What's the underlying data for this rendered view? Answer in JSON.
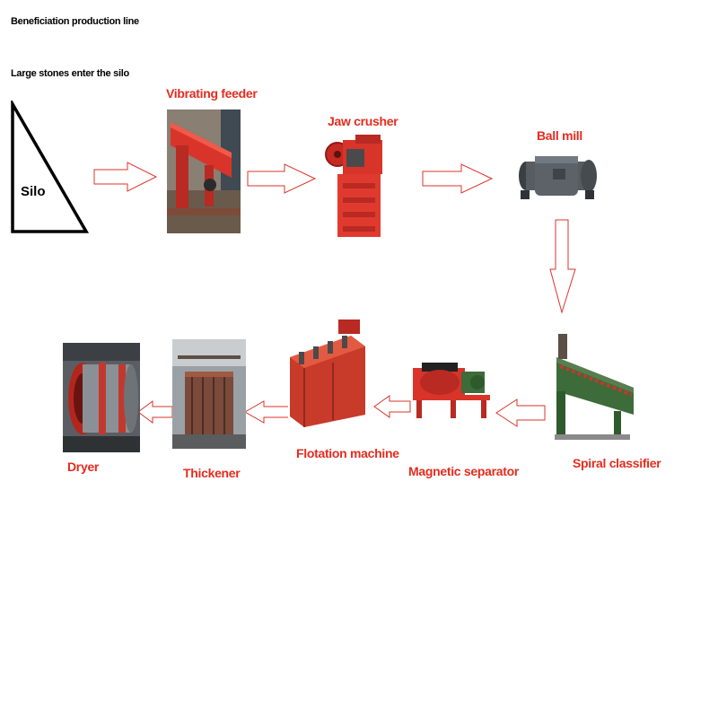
{
  "header": {
    "title": "Beneficiation production line",
    "subtitle": "Large stones enter the silo"
  },
  "silo": {
    "label": "Silo"
  },
  "stages": {
    "vibrating_feeder": "Vibrating feeder",
    "jaw_crusher": "Jaw crusher",
    "ball_mill": "Ball mill",
    "spiral_classifier": "Spiral classifier",
    "magnetic_separator": "Magnetic separator",
    "flotation_machine": "Flotation machine",
    "thickener": "Thickener",
    "dryer": "Dryer"
  },
  "colors": {
    "label_red": "#e52b1e",
    "arrow_red": "#d9342a",
    "equipment_red": "#d8342a",
    "classifier_green": "#3d6b3a"
  }
}
